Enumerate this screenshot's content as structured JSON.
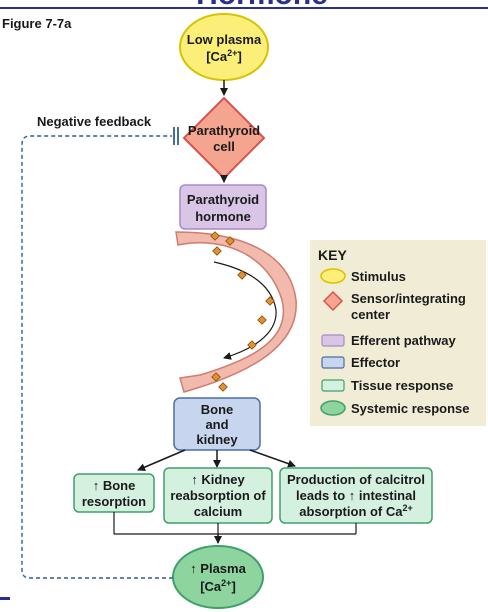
{
  "header": {
    "partial_title": "Hormone",
    "figure_label": "Figure 7-7a"
  },
  "nodes": {
    "stimulus": {
      "line1": "Low plasma",
      "line2_prefix": "[Ca",
      "line2_sup": "2+",
      "line2_suffix": "]"
    },
    "sensor": {
      "line1": "Parathyroid",
      "line2": "cell"
    },
    "efferent": {
      "line1": "Parathyroid",
      "line2": "hormone"
    },
    "effector": {
      "line1": "Bone",
      "line2": "and",
      "line3": "kidney"
    },
    "tissue_bone": {
      "arrow": "↑",
      "line1": "Bone",
      "line2": "resorption"
    },
    "tissue_kidney": {
      "arrow": "↑",
      "line1": "Kidney",
      "line2": "reabsorption of",
      "line3": "calcium"
    },
    "tissue_calcitrol": {
      "line1": "Production of calcitrol",
      "line2_prefix": "leads to ",
      "line2_arrow": "↑",
      "line2_suffix": " intestinal",
      "line3_prefix": "absorption of Ca",
      "line3_sup": "2+"
    },
    "systemic": {
      "arrow": "↑",
      "line1": "Plasma",
      "line2_prefix": "[Ca",
      "line2_sup": "2+",
      "line2_suffix": "]"
    }
  },
  "feedback": {
    "label": "Negative feedback"
  },
  "key": {
    "title": "KEY",
    "items": [
      {
        "label": "Stimulus",
        "shape": "ellipse",
        "fill": "#fbef7a",
        "stroke": "#d9c200"
      },
      {
        "label": "Sensor/integrating",
        "label2": "center",
        "shape": "diamond",
        "fill": "#f4a58f",
        "stroke": "#d9534f"
      },
      {
        "label": "Efferent pathway",
        "shape": "rect",
        "fill": "#d9c6e6",
        "stroke": "#a98ac4"
      },
      {
        "label": "Effector",
        "shape": "rect",
        "fill": "#c7d6ee",
        "stroke": "#4a6fa5"
      },
      {
        "label": "Tissue response",
        "shape": "rect",
        "fill": "#d4f0df",
        "stroke": "#3fa06c"
      },
      {
        "label": "Systemic response",
        "shape": "ellipse",
        "fill": "#8ed49f",
        "stroke": "#3fa06c"
      }
    ]
  },
  "colors": {
    "stimulus_fill": "#fbef7a",
    "stimulus_stroke": "#d9c200",
    "sensor_fill": "#f4a58f",
    "sensor_stroke": "#d9534f",
    "efferent_fill": "#d9c6e6",
    "efferent_stroke": "#a98ac4",
    "effector_fill": "#c7d6ee",
    "effector_stroke": "#4a6fa5",
    "tissue_fill": "#d4f0df",
    "tissue_stroke": "#3fa06c",
    "systemic_fill": "#8ed49f",
    "feedback_line": "#2f5f8a",
    "key_bg": "#f1ecd5",
    "vessel_fill": "#f2b9ad",
    "vessel_stroke": "#cf7d6c",
    "hormone_dot": "#e0932c",
    "title_color": "#2a2f8f"
  }
}
